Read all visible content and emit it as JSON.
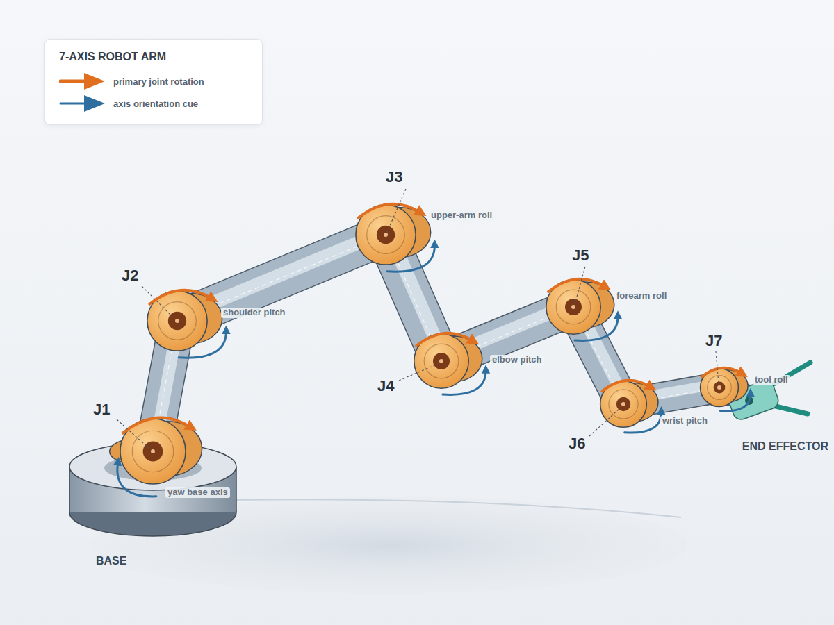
{
  "diagram": {
    "title": "7-AXIS ROBOT ARM",
    "labels": [
      "J1",
      "yaw base axis",
      "J2",
      "shoulder pitch",
      "J3",
      "upper-arm roll",
      "J4",
      "elbow pitch",
      "J5",
      "forearm roll",
      "J6",
      "wrist pitch",
      "J7",
      "tool roll",
      "BASE",
      "END EFFECTOR"
    ],
    "legend": [
      {
        "text": "primary joint rotation"
      },
      {
        "text": "axis orientation cue"
      }
    ]
  }
}
